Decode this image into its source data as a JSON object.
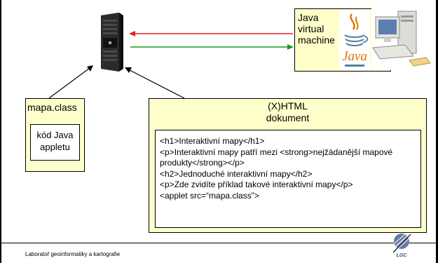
{
  "jvm_box": {
    "lines": [
      "Java",
      "virtual",
      "machine"
    ]
  },
  "java_logo": {
    "text": "Java",
    "icon": "java-cup-icon"
  },
  "mapa_box": {
    "title": "mapa.class",
    "inner_lines": [
      "kód Java",
      "appletu"
    ]
  },
  "html_box": {
    "title_lines": [
      "(X)HTML",
      "dokument"
    ],
    "code_lines": [
      "<h1>Interaktivní mapy</h1>",
      "<p>Interaktivní mapy patří mezi <strong>nejžádanější mapové produkty</strong></p>",
      "<h2>Jednoduché interaktivní mapy</h2>",
      "<p>Zde zvidíte příklad takové interaktivní mapy</p>",
      "<applet src=“mapa.class”>"
    ]
  },
  "footer": {
    "text": "Laboratoř geoinformatiky a kartografie"
  },
  "logo": {
    "text": "LGC"
  },
  "colors": {
    "request_arrow": "#e02020",
    "response_arrow": "#1a9a1a",
    "box_fill": "#ffffcc"
  }
}
